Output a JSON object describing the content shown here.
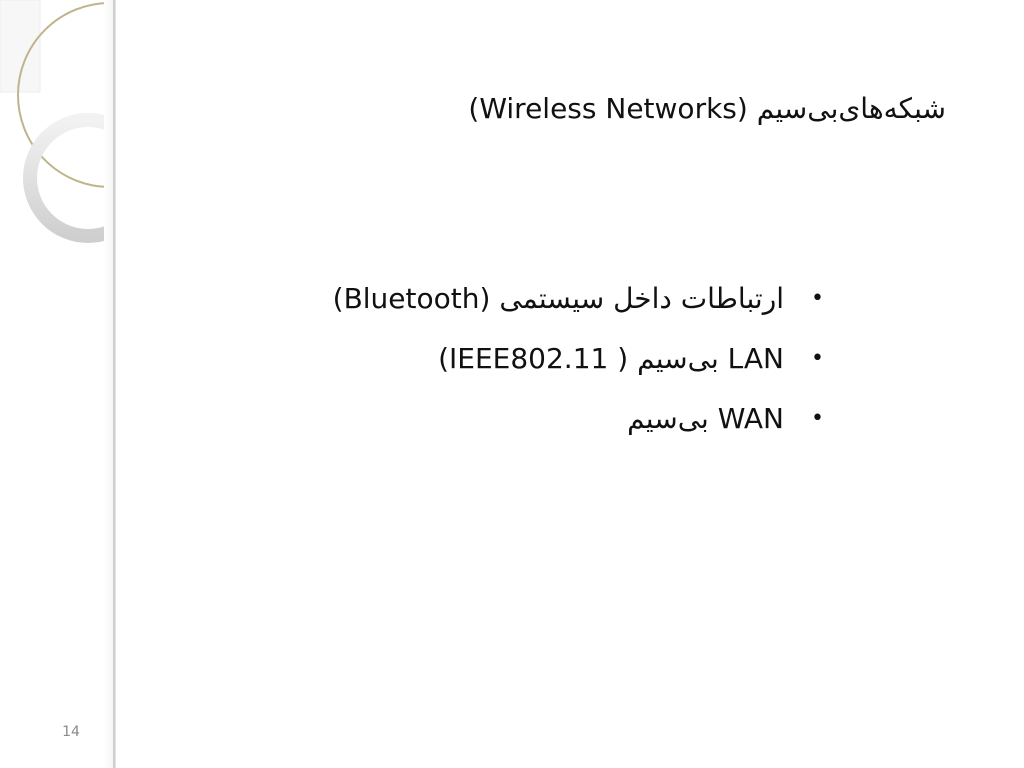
{
  "slide": {
    "title": "شبکه‌های‌بی‌سیم (Wireless Networks)",
    "bullets": [
      {
        "text": "ارتباطات داخل سیستمی (Bluetooth)"
      },
      {
        "text": "LAN بی‌سیم ( IEEE802.11)"
      },
      {
        "text": "WAN بی‌سیم"
      }
    ],
    "bullet_symbol": "•",
    "page_number": "14"
  },
  "colors": {
    "text": "#111111",
    "page_number": "#8a8a8a",
    "ring_outer": "#d8d8d8",
    "ring_accent": "#bfb48c"
  }
}
